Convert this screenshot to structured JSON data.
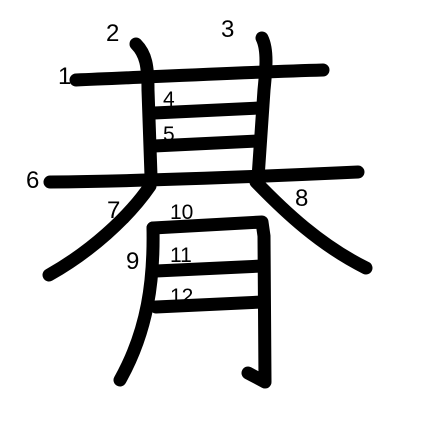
{
  "character": {
    "stroke_numbers": [
      "1",
      "2",
      "3",
      "4",
      "5",
      "6",
      "7",
      "8",
      "9",
      "10",
      "11",
      "12"
    ],
    "stroke_color": "#000000",
    "background": "#ffffff"
  }
}
